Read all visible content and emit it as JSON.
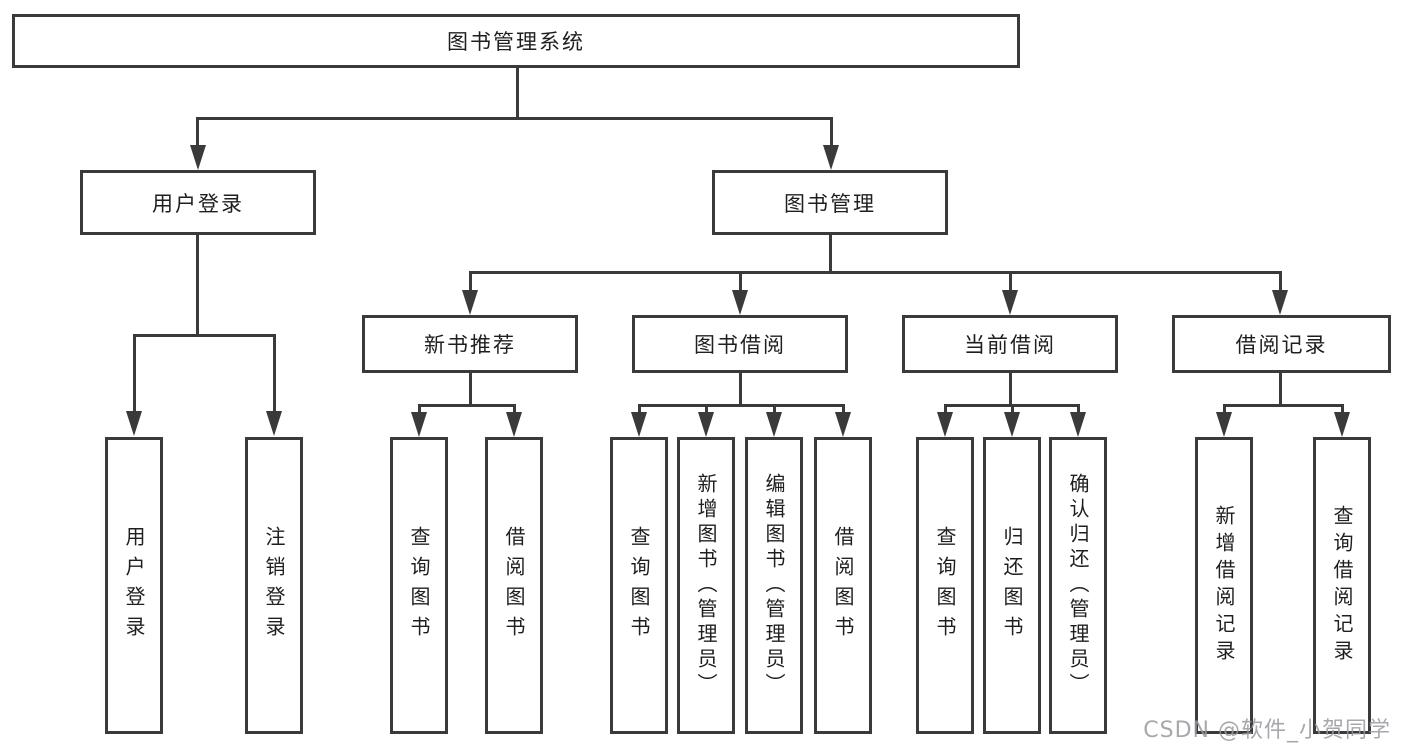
{
  "diagram": {
    "root": {
      "label": "图书管理系统"
    },
    "level2": [
      {
        "label": "用户登录",
        "children": [
          {
            "label": "用户登录"
          },
          {
            "label": "注销登录"
          }
        ]
      },
      {
        "label": "图书管理",
        "groups": [
          {
            "label": "新书推荐",
            "children": [
              {
                "label": "查询图书"
              },
              {
                "label": "借阅图书"
              }
            ]
          },
          {
            "label": "图书借阅",
            "children": [
              {
                "label": "查询图书"
              },
              {
                "label": "新增图书（管理员）"
              },
              {
                "label": "编辑图书（管理员）"
              },
              {
                "label": "借阅图书"
              }
            ]
          },
          {
            "label": "当前借阅",
            "children": [
              {
                "label": "查询图书"
              },
              {
                "label": "归还图书"
              },
              {
                "label": "确认归还（管理员）"
              }
            ]
          },
          {
            "label": "借阅记录",
            "children": [
              {
                "label": "新增借阅记录"
              },
              {
                "label": "查询借阅记录"
              }
            ]
          }
        ]
      }
    ],
    "watermark": {
      "text": "CSDN @软件_小贺同学"
    },
    "colors": {
      "line": "#3a3a3a",
      "text": "#1f1f1f",
      "watermark": "#9a9a9e",
      "background": "#ffffff"
    }
  }
}
